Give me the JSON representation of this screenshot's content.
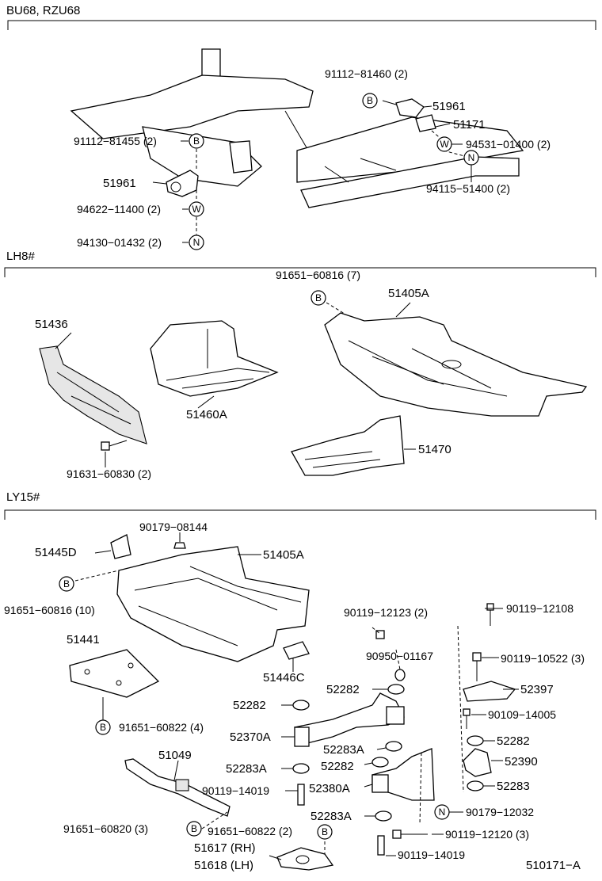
{
  "sections": [
    {
      "title": "BU68, RZU68"
    },
    {
      "title": "LH8#"
    },
    {
      "title": "LY15#"
    }
  ],
  "labels": {
    "s1_91112_81460": "91112−81460 (2)",
    "s1_51961_r": "51961",
    "s1_51171": "51171",
    "s1_94531": "94531−01400 (2)",
    "s1_94115": "94115−51400 (2)",
    "s1_91112_81455": "91112−81455 (2)",
    "s1_51961_l": "51961",
    "s1_94622": "94622−11400 (2)",
    "s1_94130": "94130−01432 (2)",
    "s2_91651_60816": "91651−60816 (7)",
    "s2_51405A": "51405A",
    "s2_51436": "51436",
    "s2_51460A": "51460A",
    "s2_91631": "91631−60830 (2)",
    "s2_51470": "51470",
    "s3_90179_08144": "90179−08144",
    "s3_51445D": "51445D",
    "s3_51405A": "51405A",
    "s3_91651_60816": "91651−60816 (10)",
    "s3_90119_12123": "90119−12123 (2)",
    "s3_90119_12108": "90119−12108",
    "s3_51441": "51441",
    "s3_90950": "90950−01167",
    "s3_90119_10522": "90119−10522 (3)",
    "s3_51446C": "51446C",
    "s3_52282_a": "52282",
    "s3_52397": "52397",
    "s3_52282_b": "52282",
    "s3_91651_60822_4": "91651−60822 (4)",
    "s3_90109": "90109−14005",
    "s3_52370A": "52370A",
    "s3_52282_c": "52282",
    "s3_52283A_a": "52283A",
    "s3_51049": "51049",
    "s3_52390": "52390",
    "s3_52282_d": "52282",
    "s3_52283A_b": "52283A",
    "s3_52283": "52283",
    "s3_90119_14019_a": "90119−14019",
    "s3_52380A": "52380A",
    "s3_52283A_c": "52283A",
    "s3_90179_12032": "90179−12032",
    "s3_91651_60820": "91651−60820 (3)",
    "s3_91651_60822_2": "91651−60822 (2)",
    "s3_90119_12120": "90119−12120 (3)",
    "s3_51617": "51617 (RH)",
    "s3_51618": "51618 (LH)",
    "s3_90119_14019_b": "90119−14019",
    "ref": "510171−A"
  },
  "markers": {
    "B": "B",
    "W": "W",
    "N": "N"
  }
}
